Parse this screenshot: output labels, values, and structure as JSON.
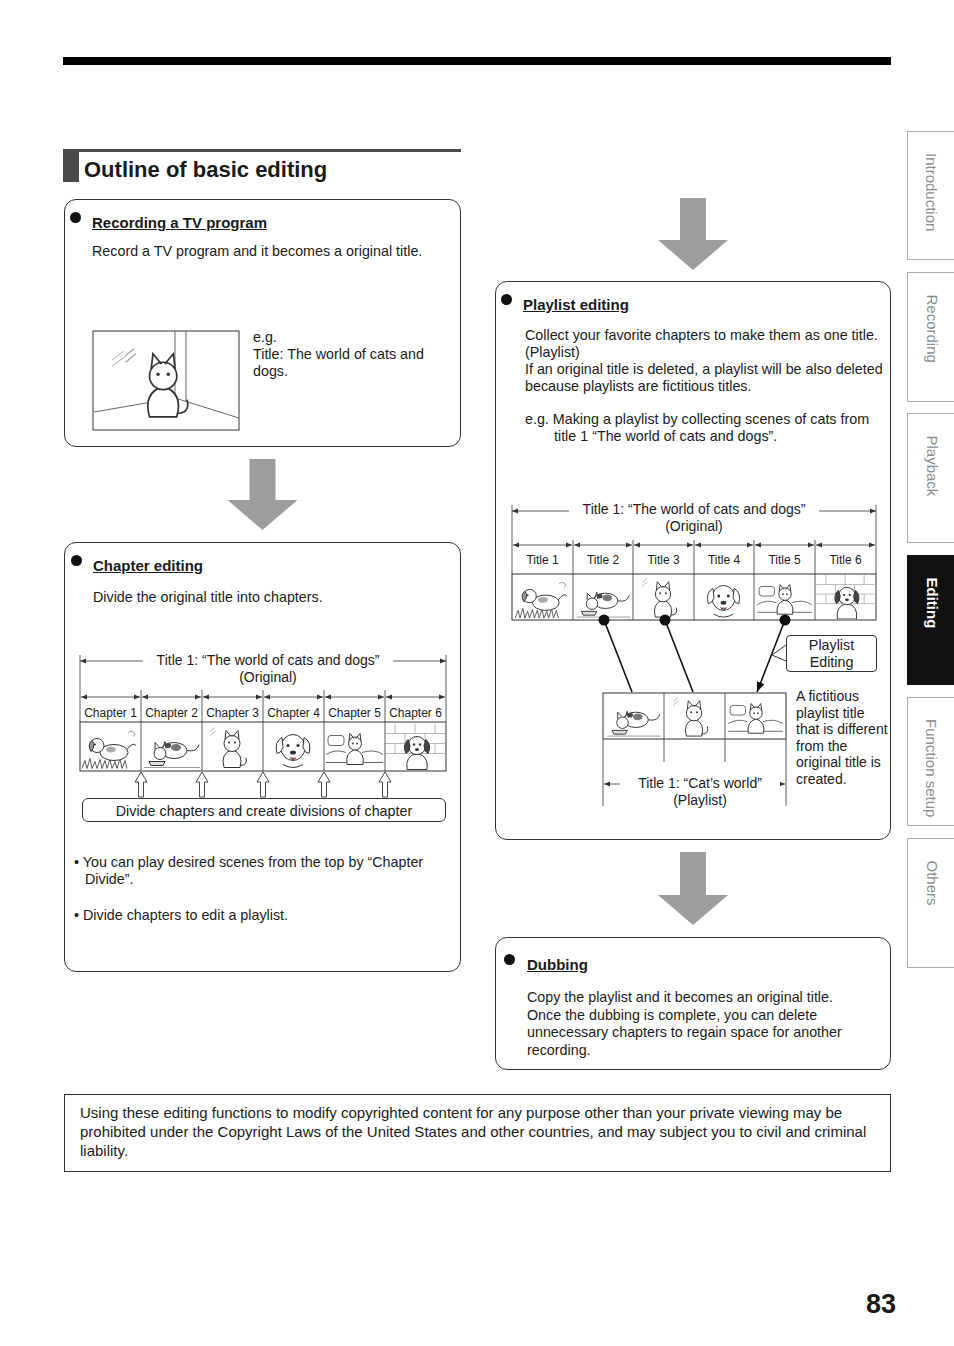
{
  "diagram": {
    "title": "Outline of basic editing",
    "nodes": [
      {
        "text": [
          "Recording a TV program",
          "Record a TV program and it becomes a original title.",
          "e.g.",
          "Title: The world of cats and dogs."
        ]
      },
      {
        "text": [
          "Chapter editing",
          "Divide the original title into chapters.",
          "• You can play desired scenes from the top by “Chapter Divide”.",
          "• Divide chapters to edit a playlist."
        ]
      },
      {
        "text": [
          "Divide chapters and create divisions of chapter"
        ],
        "in": 1
      },
      {
        "text": [
          "Playlist editing",
          "Collect your favorite chapters to make them as one title. (Playlist)",
          "If an original title is deleted, a playlist will be also deleted because playlists are fictitious titles.",
          "e.g. Making a playlist by collecting scenes of cats from title 1 “The world of cats and dogs”."
        ]
      },
      {
        "text": [
          "Playlist Editing"
        ],
        "in": 3
      },
      {
        "text": [
          "Dubbing",
          "Copy the playlist and it becomes an original title.",
          "Once the dubbing is complete, you can delete unnecessary chapters to regain space for another recording."
        ]
      },
      {
        "text": [
          "Using these editing functions to modify copyrighted content for any purpose other than your private viewing may be prohibited under the Copyright Laws of the United States and other countries, and may subject you to civil and criminal liability."
        ]
      },
      {
        "text": [
          "Introduction"
        ]
      },
      {
        "text": [
          "Recording"
        ]
      },
      {
        "text": [
          "Playback"
        ]
      },
      {
        "text": [
          "Editing"
        ]
      },
      {
        "text": [
          "Function setup"
        ]
      },
      {
        "text": [
          "Others"
        ]
      }
    ],
    "edges": [
      {
        "from": 0,
        "to": 1,
        "arrow": "to"
      },
      {
        "from": 1,
        "to": 3,
        "arrow": "to"
      },
      {
        "from": 3,
        "to": 5,
        "arrow": "to"
      }
    ],
    "labels": [
      "Title 1: “The world of cats and dogs” (Original)",
      "Chapter 1",
      "Chapter 2",
      "Chapter 3",
      "Chapter 4",
      "Chapter 5",
      "Chapter 6",
      "Title 1: “The world of cats and dogs” (Original)",
      "Title 1",
      "Title 2",
      "Title 3",
      "Title 4",
      "Title 5",
      "Title 6",
      "A fictitious playlist title that is different from the original title is created.",
      "Title 1: “Cat’s world” (Playlist)",
      "83"
    ]
  }
}
